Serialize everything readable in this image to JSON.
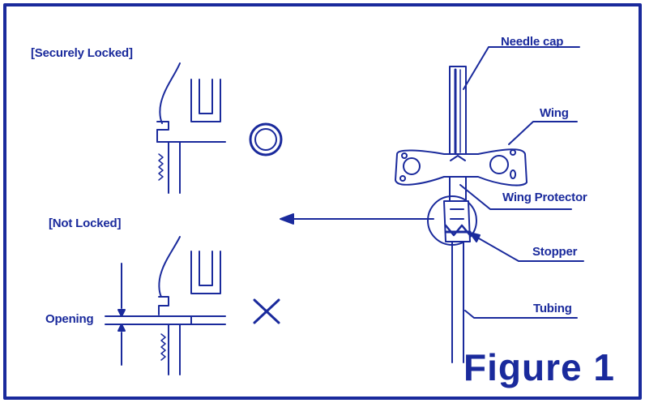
{
  "colors": {
    "ink": "#1a2a9c",
    "background": "#ffffff"
  },
  "labels": {
    "securely_locked": "[Securely Locked]",
    "not_locked": "[Not Locked]",
    "opening": "Opening",
    "needle_cap": "Needle cap",
    "wing": "Wing",
    "wing_protector": "Wing Protector",
    "stopper": "Stopper",
    "tubing": "Tubing",
    "figure_title": "Figure 1"
  },
  "symbols": {
    "ok": "circle-mark",
    "ng": "cross-mark"
  }
}
